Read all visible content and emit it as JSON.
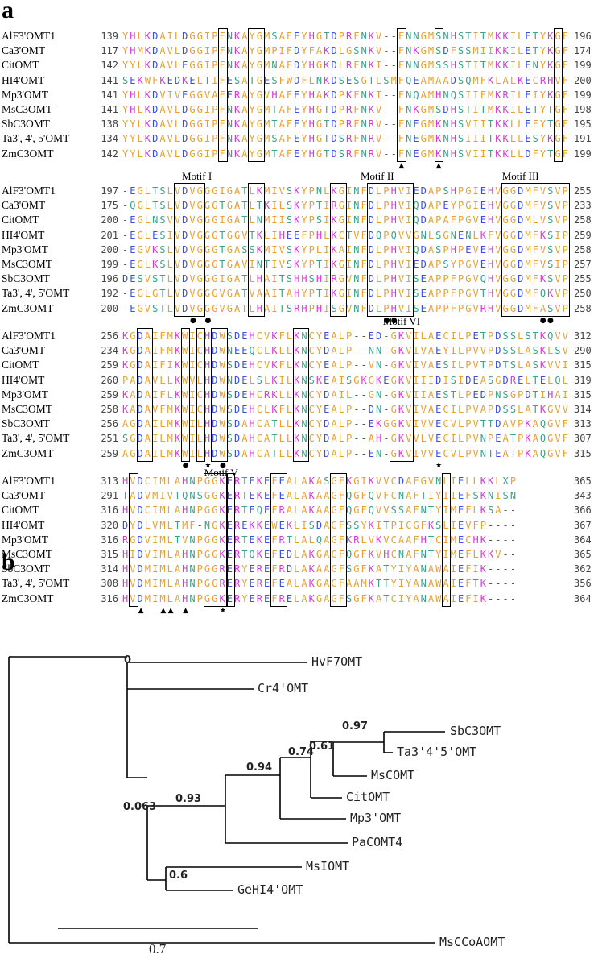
{
  "panel_a_label": "a",
  "panel_b_label": "b",
  "alignment": {
    "colors": {
      "K": "#d63bd6",
      "R": "#d63bd6",
      "H": "#d63bd6",
      "D": "#3a4fe0",
      "E": "#3a4fe0",
      "G": "#e8a030",
      "A": "#e8a030",
      "V": "#e8a030",
      "L": "#e8a030",
      "I": "#e8a030",
      "M": "#e8a030",
      "F": "#e8a030",
      "P": "#e8a030",
      "W": "#e8a030",
      "Y": "#e8a030",
      "C": "#e8a030",
      "S": "#3aa38a",
      "T": "#3aa38a",
      "N": "#3aa38a",
      "Q": "#3aa38a",
      "X": "#3aa38a",
      "-": "#555555"
    },
    "blocks": [
      {
        "rows": [
          {
            "name": "AlF3'OMT1",
            "start": "139",
            "seq": "YHLKDAILDGGIPFNKAYGMSAFEYHGTDPRFNKV--FNNGMSNHSTITMKKILETYKGF",
            "end": "196"
          },
          {
            "name": "Ca3'OMT",
            "start": "117",
            "seq": "YHMKDAVLDGGIPFNKAYGMPIFDYFAKDLGSNKV--FNKGMSDFSSMIIKKILETYKGF",
            "end": "174"
          },
          {
            "name": "CitOMT",
            "start": "142",
            "seq": "YYLKDAVLEGGIPFNKAYGMNAFDYHGKDLRFNKI--FNNGMSSHSTITMKKILENYKGF",
            "end": "199"
          },
          {
            "name": "HI4'OMT",
            "start": "141",
            "seq": "SEKWFKEDKELTIFESATGESFWDFLNKDSESGTLSMFQEAMAADSQMFKLALKECRHVF",
            "end": "200"
          },
          {
            "name": "Mp3'OMT",
            "start": "141",
            "seq": "YHLKDVIVEGGVAFERAYGVHAFEYHAKDPKFNKI--FNQAMHNQSIIFMKRILEIYKGF",
            "end": "199"
          },
          {
            "name": "MsC3OMT",
            "start": "141",
            "seq": "YHLKDAVLDGGIPFNKAYGMTAFEYHGTDPRFNKV--FNKGMSDHSTITMKKILETYTGF",
            "end": "198"
          },
          {
            "name": "SbC3OMT",
            "start": "138",
            "seq": "YYLKDAVLDGGIPFNKAYGMTAFEYHGTDPRFNRV--FNEGMKNHSVIITKKLLEFYTGF",
            "end": "195"
          },
          {
            "name": "Ta3', 4', 5'OMT",
            "start": "134",
            "seq": "YYLKDAVLDGGIPFNKAYGMSAFEYHGTDSRFNRV--FNEGMKNHSIIITKKLLESYKGF",
            "end": "191"
          },
          {
            "name": "ZmC3OMT",
            "start": "142",
            "seq": "YYLKDAVLDGGIPFNKAYGMTAFEYHGTDSRFNRV--FNEGMKNHSVIITKKLLDFYTGF",
            "end": "199"
          }
        ],
        "motifs": [],
        "marks": [
          {
            "col": 37,
            "sym": "▲"
          },
          {
            "col": 42,
            "sym": "▲"
          }
        ]
      },
      {
        "rows": [
          {
            "name": "AlF3'OMT1",
            "start": "197",
            "seq": "-EGLTSLVDVGGGIGATLKMIVSKYPNLKGINFDLPHVIEDAPSHPGIEHVGGDMFVSVP",
            "end": "255"
          },
          {
            "name": "Ca3'OMT",
            "start": "175",
            "seq": "-QGLTSLVDVGGGTGATLTKILSKYPTIRGINFDLPHVIQDAPEYPGIEHVGGDMFVSVP",
            "end": "233"
          },
          {
            "name": "CitOMT",
            "start": "200",
            "seq": "-EGLNSVVDVGGGIGATLNMIISKYPSIKGINFDLPHVIQDAPAFPGVEHVGGDMLVSVP",
            "end": "258"
          },
          {
            "name": "HI4'OMT",
            "start": "201",
            "seq": "-EGLESIVDVGGGTGGVTKLIHEEFPHLKCTVFDQPQVVGNLSGNENLKFVGGDMFKSIP",
            "end": "259"
          },
          {
            "name": "Mp3'OMT",
            "start": "200",
            "seq": "-EGVKSLVDVGGGTGASSKMIVSKYPLIKAINFDLPHVIQDASPHPEVEHVGGDMFVSVP",
            "end": "258"
          },
          {
            "name": "MsC3OMT",
            "start": "199",
            "seq": "-EGLKSLVDVGGGTGAVINTIVSKYPTIKGINFDLPHVIEDAPSYPGVEHVGGDMFVSIP",
            "end": "257"
          },
          {
            "name": "SbC3OMT",
            "start": "196",
            "seq": "DESVSTLVDVGGGIGATLHAITSHHSHIRGVNFDLPHVISEAPPFPGVQHVGGDMFKSVP",
            "end": "255"
          },
          {
            "name": "Ta3', 4', 5'OMT",
            "start": "192",
            "seq": "-EGLGTLVDVGGGVGATVAAITAHYPTIKGINFDLPHVISEAPPFPGVTHVGGDMFQKVP",
            "end": "250"
          },
          {
            "name": "ZmC3OMT",
            "start": "200",
            "seq": "-EGVSTLVDVGGGVGATLHAITSRHPHISGVNFDLPHVISEAPPFPGVRHVGGDMFASVP",
            "end": "258"
          }
        ],
        "motifs": [
          {
            "label": "Motif I",
            "col": 8
          },
          {
            "label": "Motif II",
            "col": 32
          },
          {
            "label": "Motif III",
            "col": 51
          }
        ],
        "marks": [
          {
            "col": 9,
            "sym": "●"
          },
          {
            "col": 11,
            "sym": "●"
          },
          {
            "col": 35,
            "sym": "●"
          },
          {
            "col": 36,
            "sym": "●"
          },
          {
            "col": 56,
            "sym": "●"
          },
          {
            "col": 57,
            "sym": "●"
          }
        ]
      },
      {
        "rows": [
          {
            "name": "AlF3'OMT1",
            "start": "256",
            "seq": "KGDAIFMKWICHDWSDEHCVKFLKNCYEALP--ED-GKVILAECILPETPDSSLSTKQVV",
            "end": "312"
          },
          {
            "name": "Ca3'OMT",
            "start": "234",
            "seq": "KGDAIFMKWICHDWNEEQCLKLLKNCYDALP--NN-GKVIVAEYILPVVPDSSLASKLSV",
            "end": "290"
          },
          {
            "name": "CitOMT",
            "start": "259",
            "seq": "KGDAIFIKWICHDWSDEHCVKFLKNCYEALP--VN-GKVIVAESILPVTPDTSLASKVVI",
            "end": "315"
          },
          {
            "name": "HI4'OMT",
            "start": "260",
            "seq": "PADAVLLKWVLHDWNDELSLKILKNSKEAISGKGKEGKVIIIDISIDEASGDRELTELQL",
            "end": "319"
          },
          {
            "name": "Mp3'OMT",
            "start": "259",
            "seq": "KADAIFLKWICHDWSDEHCRKLLKNCYDAIL--GN-GKVIIAESTLPEDPNSGPDTIHAI",
            "end": "315"
          },
          {
            "name": "MsC3OMT",
            "start": "258",
            "seq": "KADAVFMKWICHDWSDEHCLKFLKNCYEALP--DN-GKVIVAECILPVAPDSSLATKGVV",
            "end": "314"
          },
          {
            "name": "SbC3OMT",
            "start": "256",
            "seq": "AGDAILMKWILHDWSDAHCATLLKNCYDALP--EKGGKVIVVECVLPVTTDAVPKAQGVF",
            "end": "313"
          },
          {
            "name": "Ta3', 4', 5'OMT",
            "start": "251",
            "seq": "SGDAILMKWILHDWSDAHCATLLKNCYDALP--AH-GKVVLVECILPVNPEATPKAQGVF",
            "end": "307"
          },
          {
            "name": "ZmC3OMT",
            "start": "259",
            "seq": "AGDAILMKWILHDWSDAHCATLLKNCYDALP--EN-GKVIVVECVLPVNTEATPKAQGVF",
            "end": "315"
          }
        ],
        "motifs": [
          {
            "label": "Motif VI",
            "col": 35
          },
          {
            "label": "Motif V",
            "col": 11
          }
        ],
        "marks": [
          {
            "col": 8,
            "sym": "●"
          },
          {
            "col": 11,
            "sym": "★"
          },
          {
            "col": 13,
            "sym": "●"
          },
          {
            "col": 42,
            "sym": "★"
          }
        ]
      },
      {
        "rows": [
          {
            "name": "AlF3'OMT1",
            "start": "313",
            "seq": "HVDCIMLAHNPGGKERTEKEFEALAKASGFKGIKVVCDAFGVNLIELLKKLXP",
            "end": "365"
          },
          {
            "name": "Ca3'OMT",
            "start": "291",
            "seq": "TADVMIVTQNSGGKERTEKEFEALAKAAGFQGFQVFCNAFTIYIIEFSKNISN",
            "end": "343"
          },
          {
            "name": "CitOMT",
            "start": "316",
            "seq": "HVDCIMLAHNPGGKERTEQEFRALAKAAGFQGFQVVSSAFNTYIMEFLKSA--",
            "end": "366"
          },
          {
            "name": "HI4'OMT",
            "start": "320",
            "seq": "DYDLVMLTMF-NGKEREKKEWEKLISDAGFSSYKITPICGFKSLIEVFP----",
            "end": "367"
          },
          {
            "name": "Mp3'OMT",
            "start": "316",
            "seq": "RGDVIMLTVNPGGKERTEKEFRTLALQAGFKRLVKVCAAFHTCIMECHK----",
            "end": "364"
          },
          {
            "name": "MsC3OMT",
            "start": "315",
            "seq": "HIDVIMLAHNPGGKERTQKEFEDLAKGAGFQGFKVHCNAFNTYIMEFLKKV--",
            "end": "365"
          },
          {
            "name": "SbC3OMT",
            "start": "314",
            "seq": "HVDMIMLAHNPGGRERYEREFRDLAKAAGFSGFKATYIYANAWAIEFIK----",
            "end": "362"
          },
          {
            "name": "Ta3', 4', 5'OMT",
            "start": "308",
            "seq": "HVDMIMLAHNPGGRERYEREFEALAKGAGFAAMKTTYIYANAWAIEFTK----",
            "end": "356"
          },
          {
            "name": "ZmC3OMT",
            "start": "316",
            "seq": "HVDMIMLAHNPGGKERYEREFRELAKGAGFSGFKATCIYANAWAIEFIK----",
            "end": "364"
          }
        ],
        "motifs": [],
        "marks": [
          {
            "col": 2,
            "sym": "▲"
          },
          {
            "col": 5,
            "sym": "▲"
          },
          {
            "col": 6,
            "sym": "▲"
          },
          {
            "col": 8,
            "sym": "▲"
          },
          {
            "col": 13,
            "sym": "★"
          }
        ]
      }
    ]
  },
  "tree": {
    "leaves": [
      "HvF7OMT",
      "Cr4'OMT",
      "SbC3OMT",
      "Ta3'4'5'OMT",
      "MsCOMT",
      "CitOMT",
      "Mp3'OMT",
      "PaCOMT4",
      "MsIOMT",
      "GeHI4'OMT",
      "MsCCoAOMT"
    ],
    "supports": [
      "0",
      "0.97",
      "0.61",
      "0.74",
      "0.94",
      "0.93",
      "0.063",
      "0.6"
    ],
    "scale_label": "0.7"
  }
}
